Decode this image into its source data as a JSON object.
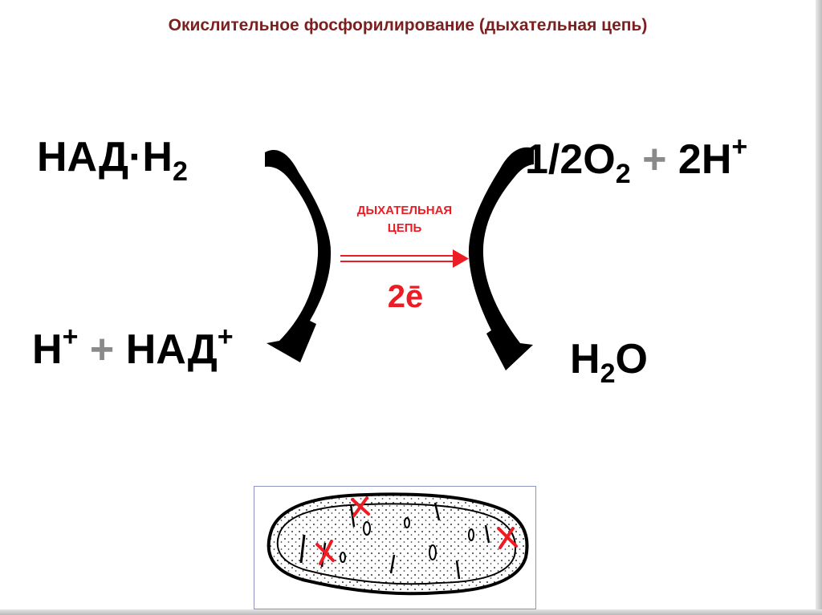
{
  "title": "Окислительное фосфорилирование (дыхательная цепь)",
  "colors": {
    "title": "#7b1f1f",
    "accent_red": "#ec1c24",
    "plus_gray": "#8a8a8a",
    "text": "#000000"
  },
  "left_top": {
    "main": "НАД·Н",
    "sub": "2"
  },
  "left_bottom": {
    "h": "Н",
    "h_charge": "+",
    "plus": " + ",
    "nad": "НАД",
    "nad_charge": "+"
  },
  "right_top": {
    "half": "1/2O",
    "o_sub": "2",
    "plus": " + ",
    "h": "2Н",
    "h_charge": "+"
  },
  "right_bottom": {
    "h": "Н",
    "h_sub": "2",
    "o": "O"
  },
  "chain_label": {
    "line1": "ДЫХАТЕЛЬНАЯ",
    "line2": "ЦЕПЬ"
  },
  "electrons": "2ē",
  "icons": [
    "curved-arrow-left-icon",
    "curved-arrow-right-icon",
    "double-arrow-icon",
    "red-cross-icon",
    "mitochondrion-icon"
  ]
}
